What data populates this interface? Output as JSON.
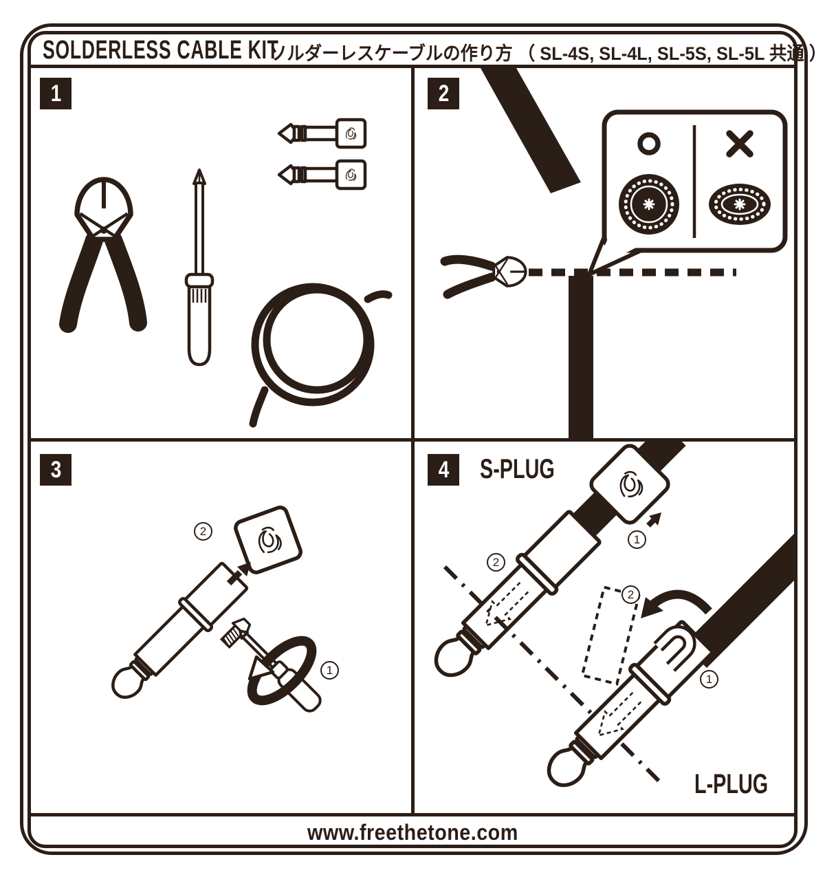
{
  "colors": {
    "ink": "#2b1e16",
    "paper": "#ffffff"
  },
  "header": {
    "title": "SOLDERLESS CABLE KIT",
    "subtitle": "ソルダーレスケーブルの作り方 （ SL-4S, SL-4L, SL-5S, SL-5L 共通 ）"
  },
  "panels": {
    "p1": {
      "number": "1",
      "items": [
        "wire-cutters",
        "phillips-screwdriver",
        "solderless-plug",
        "solderless-plug",
        "cable-coil"
      ]
    },
    "p2": {
      "number": "2",
      "ok_mark": "○",
      "ng_mark": "×"
    },
    "p3": {
      "number": "3",
      "step1": "1",
      "step2": "2"
    },
    "p4": {
      "number": "4",
      "s_plug_label": "S-PLUG",
      "l_plug_label": "L-PLUG",
      "s_step1": "1",
      "s_step2": "2",
      "l_step1": "1",
      "l_step2": "2"
    }
  },
  "footer": {
    "url": "www.freethetone.com"
  }
}
